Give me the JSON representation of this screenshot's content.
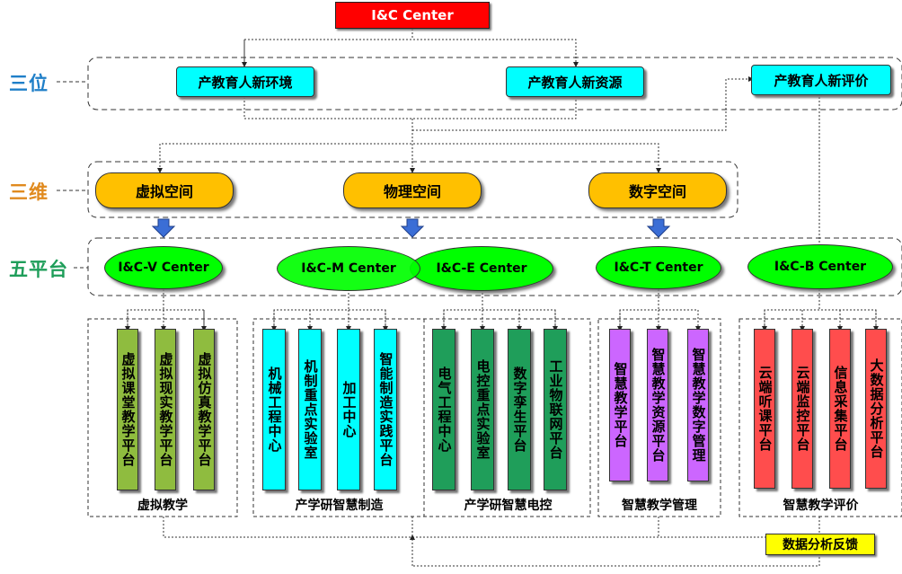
{
  "top": "I&C Center",
  "rows": {
    "sanwei1": "三位",
    "sanwei2": "三维",
    "wupingtai": "五平台"
  },
  "sanwei_boxes": [
    "产教育人新环境",
    "产教育人新资源",
    "产教育人新评价"
  ],
  "spaces": [
    "虚拟空间",
    "物理空间",
    "数字空间"
  ],
  "centers": [
    "I&C-V Center",
    "I&C-M Center",
    "I&C-E Center",
    "I&C-T Center",
    "I&C-B Center"
  ],
  "groups": {
    "virtual": {
      "label": "虚拟教学",
      "items": [
        "虚拟课堂教学平台",
        "虚拟现实教学平台",
        "虚拟仿真教学平台"
      ]
    },
    "manufacture": {
      "label": "产学研智慧制造",
      "items": [
        "机械工程中心",
        "机制重点实验室",
        "加工中心",
        "智能制造实践平台"
      ]
    },
    "electric": {
      "label": "产学研智慧电控",
      "items": [
        "电气工程中心",
        "电控重点实验室",
        "数字孪生平台",
        "工业物联网平台"
      ]
    },
    "management": {
      "label": "智慧教学管理",
      "items": [
        "智慧教学平台",
        "智慧教学资源平台",
        "智慧教学数字管理"
      ]
    },
    "evaluation": {
      "label": "智慧教学评价",
      "items": [
        "云端听课平台",
        "云端监控平台",
        "信息采集平台",
        "大数据分析平台"
      ]
    }
  },
  "feedback": "数据分析反馈",
  "colors": {
    "virtual": "#8fbc3f",
    "manufacture": "#00ffff",
    "electric": "#1f9e5a",
    "management": "#cc66ff",
    "evaluation": "#ff4d4d",
    "row1": "#1f7fc8",
    "row2": "#e08a1e",
    "row3": "#1f9e5a"
  }
}
